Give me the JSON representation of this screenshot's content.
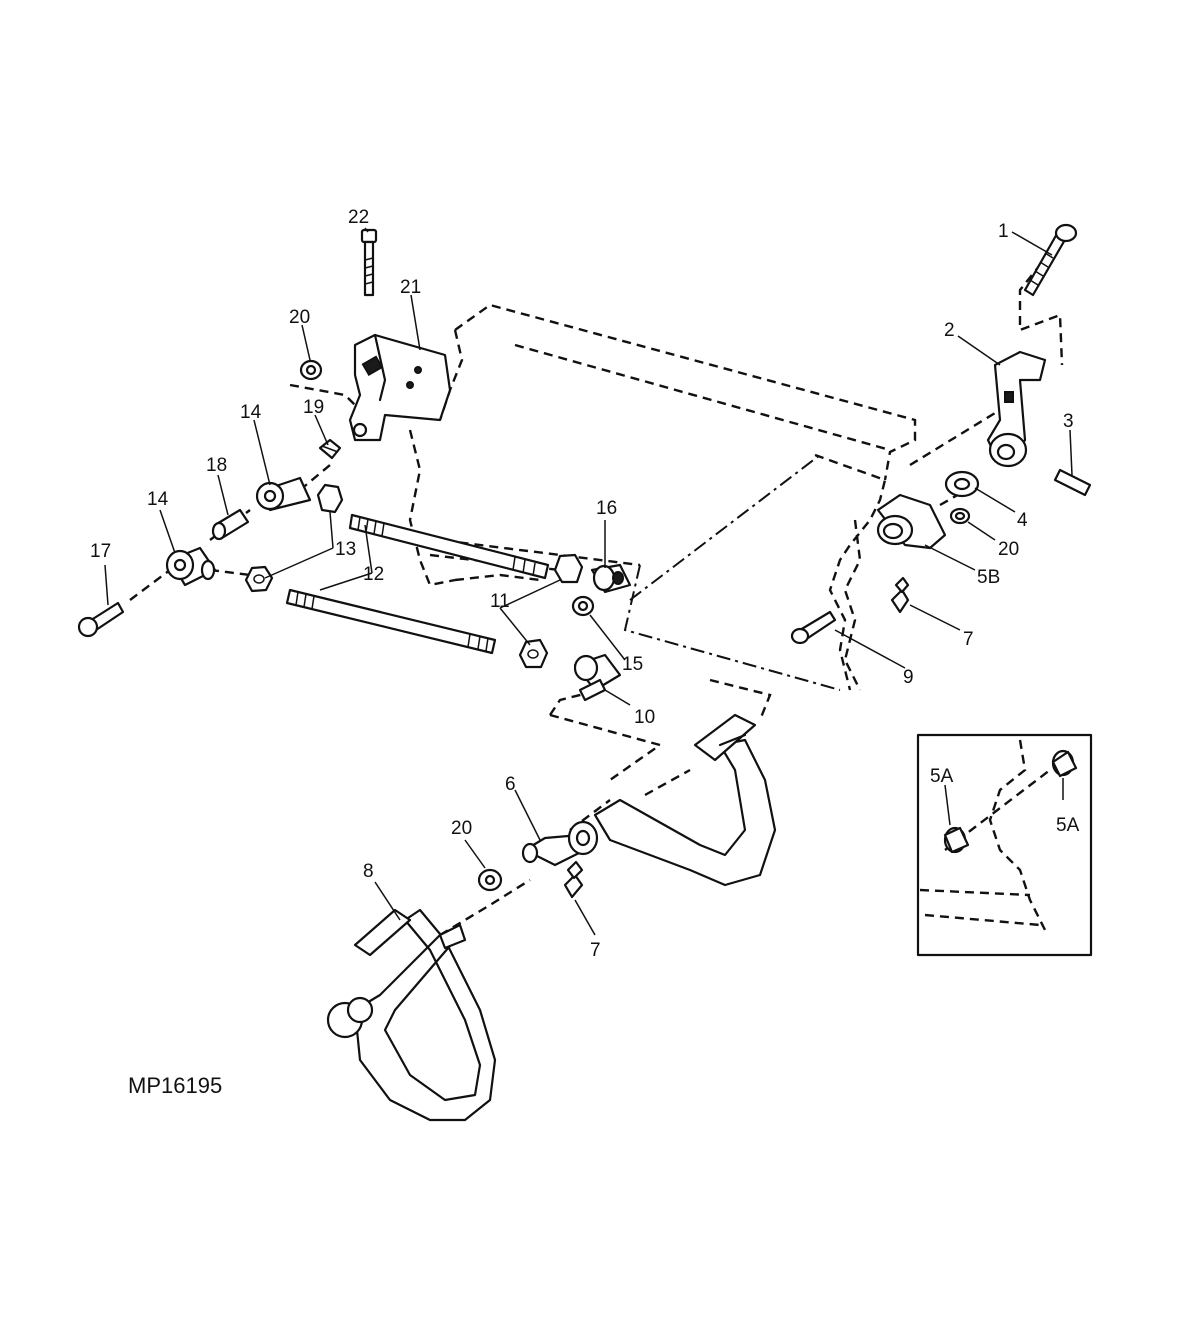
{
  "diagram": {
    "figure_code": "MP16195",
    "callouts": {
      "c1": "1",
      "c2": "2",
      "c3": "3",
      "c4": "4",
      "c5b": "5B",
      "c6": "6",
      "c7a": "7",
      "c7b": "7",
      "c8": "8",
      "c9": "9",
      "c10": "10",
      "c11": "11",
      "c12": "12",
      "c13": "13",
      "c14a": "14",
      "c14b": "14",
      "c15": "15",
      "c16": "16",
      "c17": "17",
      "c18": "18",
      "c19": "19",
      "c20a": "20",
      "c20b": "20",
      "c20c": "20",
      "c21": "21",
      "c22": "22"
    },
    "inset": {
      "callout_left": "5A",
      "callout_right": "5A"
    }
  }
}
